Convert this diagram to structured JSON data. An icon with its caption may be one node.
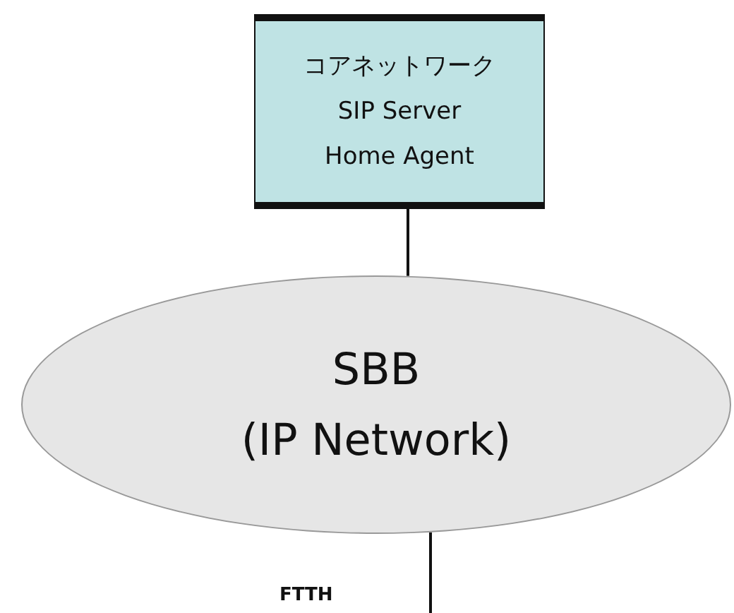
{
  "diagram": {
    "nodes": [
      {
        "text": [
          "コアネットワーク SIP Server Home Agent"
        ]
      },
      {
        "text": [
          "SBB",
          "(IP Network)"
        ]
      }
    ],
    "edges": [
      {
        "from": 0,
        "to": 1,
        "arrow": "none"
      },
      {
        "from": 1,
        "to": null,
        "arrow": "none"
      }
    ],
    "labels": [
      "FTTH"
    ]
  }
}
